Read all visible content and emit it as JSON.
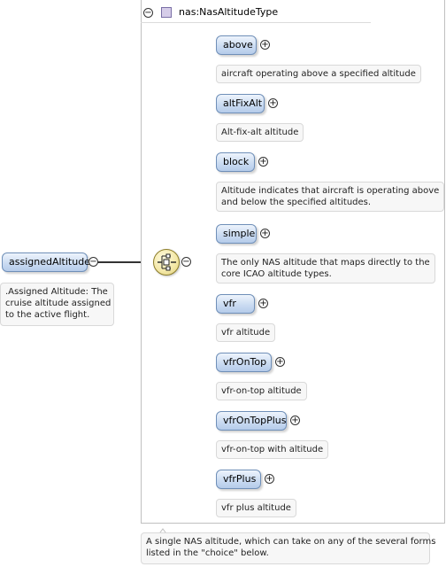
{
  "root": {
    "name": "assignedAltitude",
    "doc": [
      ".Assigned Altitude: The",
      "cruise altitude assigned",
      "to the active flight."
    ]
  },
  "type": {
    "name": "nas:NasAltitudeType",
    "doc": [
      "A single NAS altitude, which can take on any of the several forms",
      "listed in the \"choice\" below."
    ]
  },
  "choice": {
    "icon": "choice-compositor-icon"
  },
  "children": [
    {
      "name": "above",
      "doc": [
        "aircraft operating above a specified altitude"
      ]
    },
    {
      "name": "altFixAlt",
      "doc": [
        "Alt-fix-alt altitude"
      ]
    },
    {
      "name": "block",
      "doc": [
        "Altitude indicates that aircraft is operating above",
        "and below the specified altitudes."
      ]
    },
    {
      "name": "simple",
      "doc": [
        "The only NAS altitude that maps directly to the",
        "core ICAO altitude types."
      ]
    },
    {
      "name": "vfr",
      "doc": [
        "vfr altitude"
      ]
    },
    {
      "name": "vfrOnTop",
      "doc": [
        "vfr-on-top altitude"
      ]
    },
    {
      "name": "vfrOnTopPlus",
      "doc": [
        "vfr-on-top with altitude"
      ]
    },
    {
      "name": "vfrPlus",
      "doc": [
        "vfr plus altitude"
      ]
    }
  ],
  "colors": {
    "element_fill": "#cbdcf2",
    "element_border": "#6f8fb8",
    "choice_fill": "#f3e7a5",
    "type_icon": "#d6cde9"
  },
  "symbols": {
    "expand": "+",
    "collapse": "−"
  }
}
